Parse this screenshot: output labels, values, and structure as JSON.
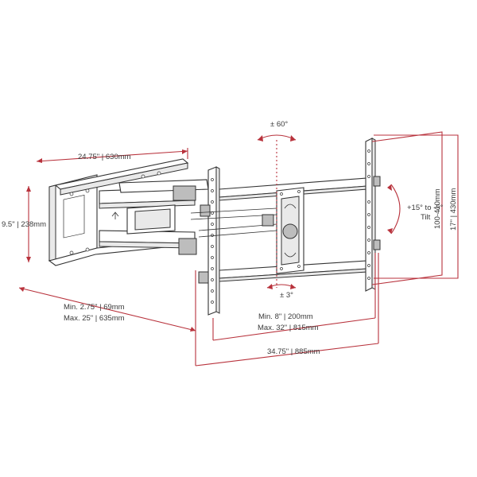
{
  "dimensions": {
    "wall_plate_width": "24.75\" | 630mm",
    "wall_plate_height": "9.5\" | 238mm",
    "extension_min": "Min.  2.75\" | 69mm",
    "extension_max": "Max.  25\" | 635mm",
    "vesa_min": "Min.  8\" | 200mm",
    "vesa_max": "Max.  32\" | 815mm",
    "total_width": "34.75\" | 885mm",
    "vesa_vertical": "100-410mm",
    "total_height": "17\" | 430mm",
    "swivel": "± 60°",
    "level": "± 3°",
    "tilt_line1": "+15° to -5°",
    "tilt_line2": "Tilt"
  },
  "colors": {
    "accent": "#b8323c",
    "line": "#333333",
    "text": "#3a3a3a"
  }
}
